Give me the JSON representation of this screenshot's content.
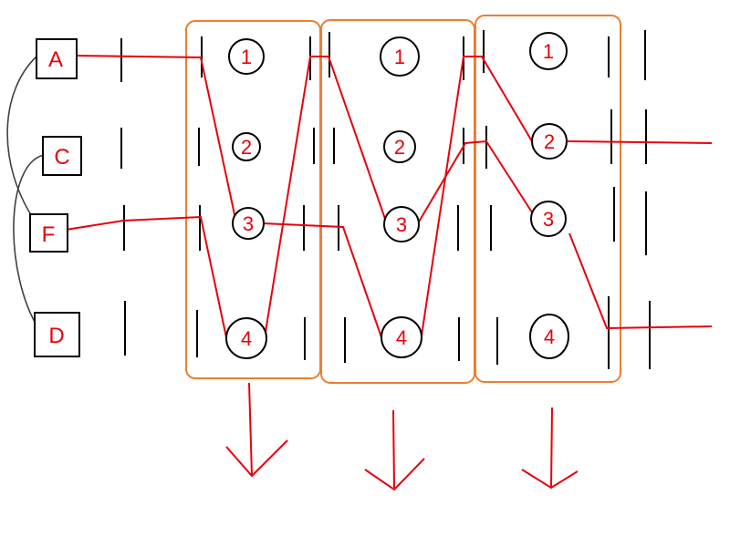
{
  "diagram": {
    "nodes": [
      {
        "id": "A",
        "label": "A"
      },
      {
        "id": "C",
        "label": "C"
      },
      {
        "id": "F",
        "label": "F"
      },
      {
        "id": "D",
        "label": "D"
      }
    ],
    "groups": [
      {
        "id": "group-1",
        "slots": [
          "1",
          "2",
          "3",
          "4"
        ]
      },
      {
        "id": "group-2",
        "slots": [
          "1",
          "2",
          "3",
          "4"
        ]
      },
      {
        "id": "group-3",
        "slots": [
          "1",
          "2",
          "3",
          "4"
        ]
      }
    ],
    "colors": {
      "path": "#e8000b",
      "group_border": "#ed7d31",
      "bars": "#000000",
      "links": "#404040"
    }
  }
}
